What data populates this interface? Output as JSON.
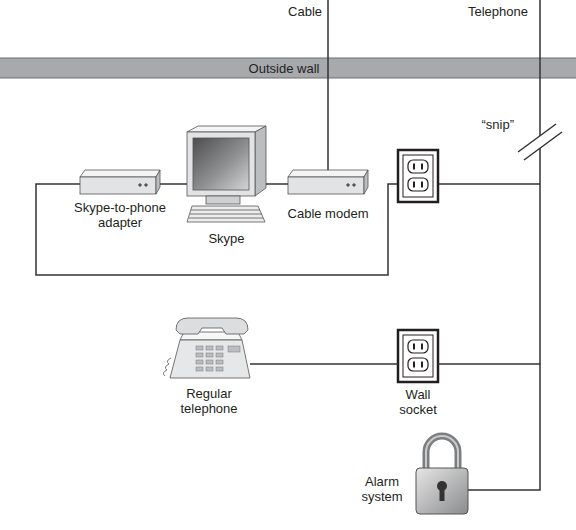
{
  "diagram": {
    "nodes": [
      {
        "text": [
          "Outside wall"
        ]
      },
      {
        "text": [
          "Skype-to-phone adapter"
        ]
      },
      {
        "text": [
          "Skype"
        ]
      },
      {
        "text": [
          "Cable modem"
        ]
      },
      {
        "text": [
          "Regular telephone"
        ]
      },
      {
        "text": [
          "Wall socket"
        ]
      },
      {
        "text": [
          "Alarm system"
        ]
      }
    ],
    "edges": [
      {
        "from": 1,
        "to": 2,
        "arrow": "none"
      },
      {
        "from": 2,
        "to": 3,
        "arrow": "none"
      },
      {
        "from": 4,
        "to": 5,
        "arrow": "none"
      },
      {
        "from": 5,
        "to": 6,
        "arrow": "none"
      }
    ],
    "labels": [
      "Cable",
      "Telephone",
      "“snip”"
    ]
  }
}
